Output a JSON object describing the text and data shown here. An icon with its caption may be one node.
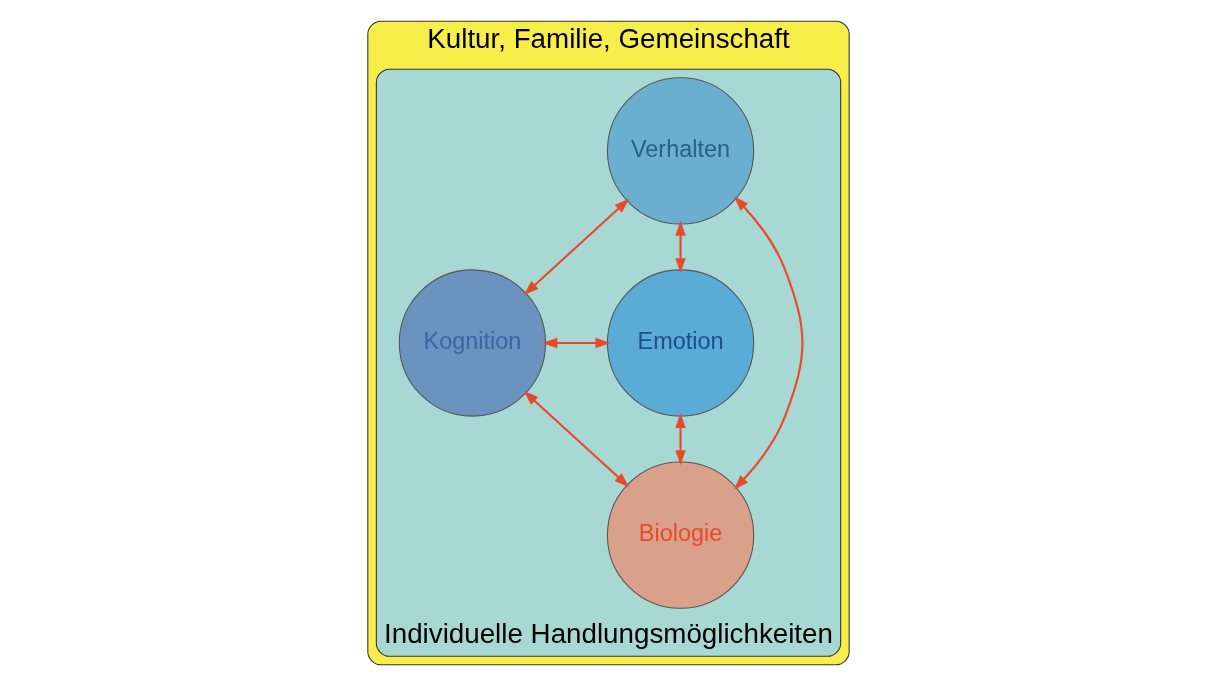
{
  "diagram": {
    "nodes": [
      {
        "text": [
          "Kultur, Familie, Gemeinschaft"
        ]
      },
      {
        "text": [
          "Individuelle Handlungsmöglichkeiten"
        ],
        "in": 0
      },
      {
        "text": [
          "Verhalten"
        ],
        "in": 1
      },
      {
        "text": [
          "Kognition"
        ],
        "in": 1
      },
      {
        "text": [
          "Emotion"
        ],
        "in": 1
      },
      {
        "text": [
          "Biologie"
        ],
        "in": 1
      }
    ],
    "edges": [
      {
        "from": 2,
        "to": 3,
        "arrow": "both",
        "color": "#e8492a"
      },
      {
        "from": 2,
        "to": 4,
        "arrow": "both",
        "color": "#e8492a"
      },
      {
        "from": 2,
        "to": 5,
        "arrow": "both",
        "color": "#e8492a"
      },
      {
        "from": 3,
        "to": 5,
        "arrow": "both",
        "color": "#e8492a"
      },
      {
        "from": 4,
        "to": 5,
        "arrow": "both",
        "color": "#e8492a"
      },
      {
        "from": 3,
        "to": 4,
        "arrow": "both",
        "color": "#e8492a"
      }
    ]
  }
}
